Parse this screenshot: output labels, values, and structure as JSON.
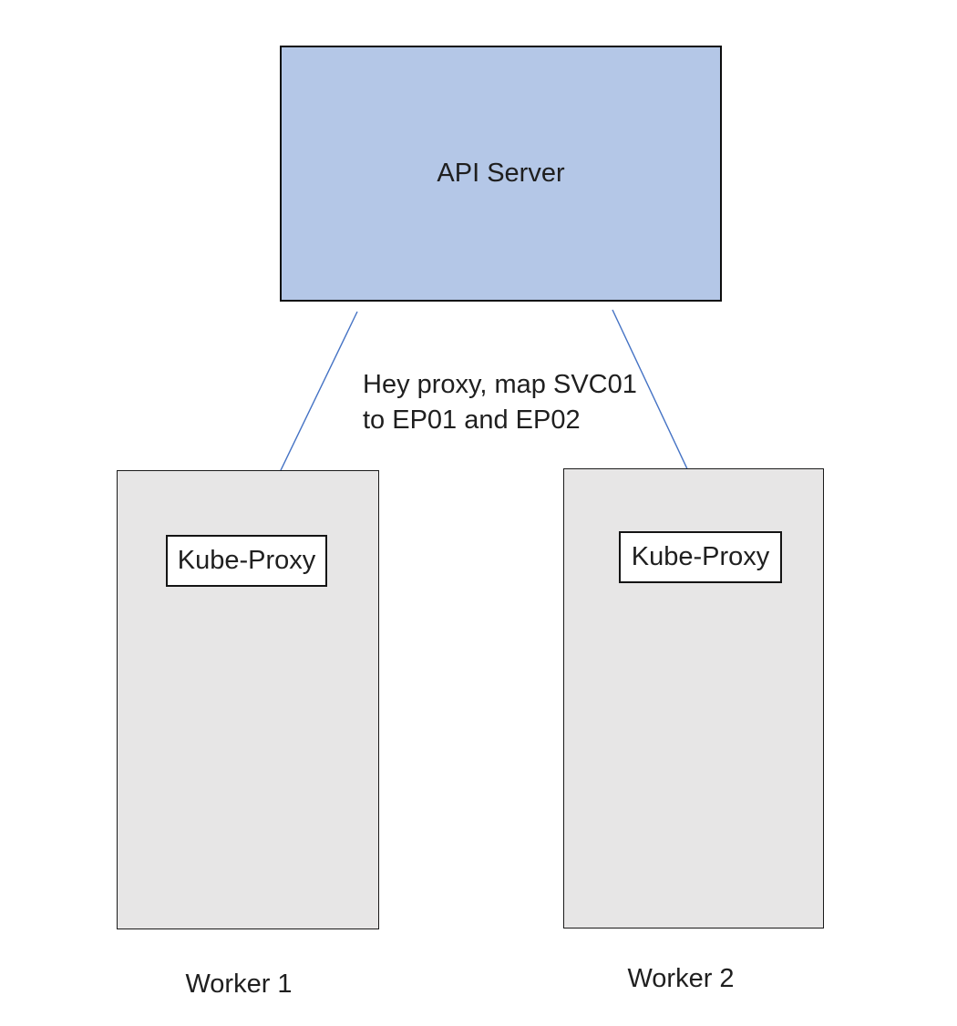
{
  "diagram": {
    "api_server": {
      "label": "API Server",
      "fill": "#b4c7e7"
    },
    "message": {
      "line1": "Hey proxy, map SVC01",
      "line2": "to EP01 and EP02",
      "full_text": "Hey proxy, map SVC01 to EP01 and EP02"
    },
    "workers": [
      {
        "label": "Worker 1",
        "proxy_label": "Kube-Proxy"
      },
      {
        "label": "Worker 2",
        "proxy_label": "Kube-Proxy"
      }
    ],
    "colors": {
      "api_fill": "#b4c7e7",
      "worker_fill": "#e7e6e6",
      "proxy_fill": "#ffffff",
      "arrow": "#4472c4",
      "border": "#0c0c0c",
      "text": "#1f1f1f"
    }
  }
}
